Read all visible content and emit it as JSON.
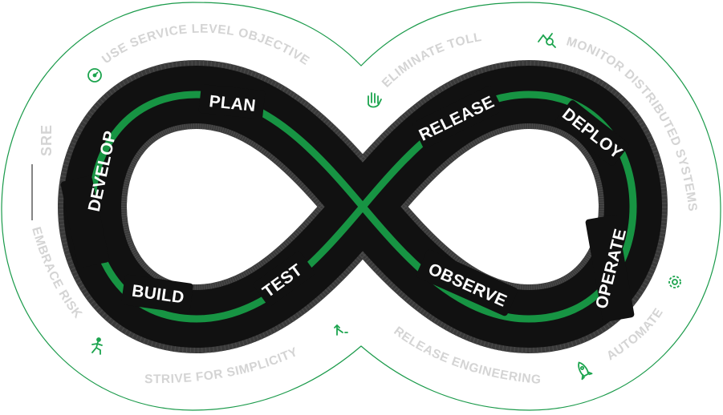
{
  "center_label": "SRE",
  "stages": {
    "plan": "PLAN",
    "develop": "DEVELOP",
    "build": "BUILD",
    "test": "TEST",
    "release": "RELEASE",
    "deploy": "DEPLOY",
    "operate": "OPERATE",
    "observe": "OBSERVE"
  },
  "principles": {
    "slo": "USE SERVICE LEVEL OBJECTIVE",
    "toil": "ELIMINATE TOLL",
    "monitor": "MONITOR DISTRIBUTED SYSTEMS",
    "automate": "AUTOMATE",
    "release_engineering": "RELEASE ENGINEERING",
    "simplicity": "STRIVE FOR SIMPLICITY",
    "risk": "EMBRACE RISK"
  },
  "icons": {
    "slo": "gauge-icon",
    "toil": "hand-icon",
    "monitor": "monitor-chart-icon",
    "automate": "gear-icon",
    "release_engineering": "rocket-icon",
    "simplicity": "arrow-split-icon",
    "risk": "running-person-icon"
  },
  "colors": {
    "track": "#111111",
    "track_edge": "#3a3a3a",
    "accent": "#179443",
    "outline": "#1a9a4a",
    "principle_text": "#d4d4d4",
    "stage_text": "#ffffff"
  }
}
